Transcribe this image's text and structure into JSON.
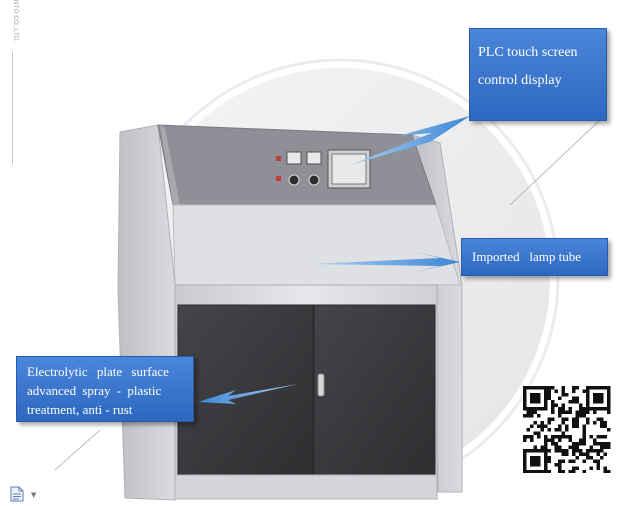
{
  "side_text": "NTO CO.,LTD.",
  "callouts": {
    "plc": {
      "line1": "PLC touch screen",
      "line2": "control display"
    },
    "lamp": {
      "label": "Imported   lamp tube"
    },
    "plate": {
      "line1": "Electrolytic plate surface",
      "line2": "advanced spray - plastic",
      "line3": "treatment, anti - rust"
    }
  },
  "colors": {
    "callout": "#3b78d0",
    "arrow": "#4a8fd8",
    "cabinet_body": "#dcdde2",
    "cabinet_dark_panel": "#8c8d94",
    "door": "#3c3c40"
  },
  "icons": {
    "qr": "qr-code-icon",
    "document": "document-icon"
  }
}
